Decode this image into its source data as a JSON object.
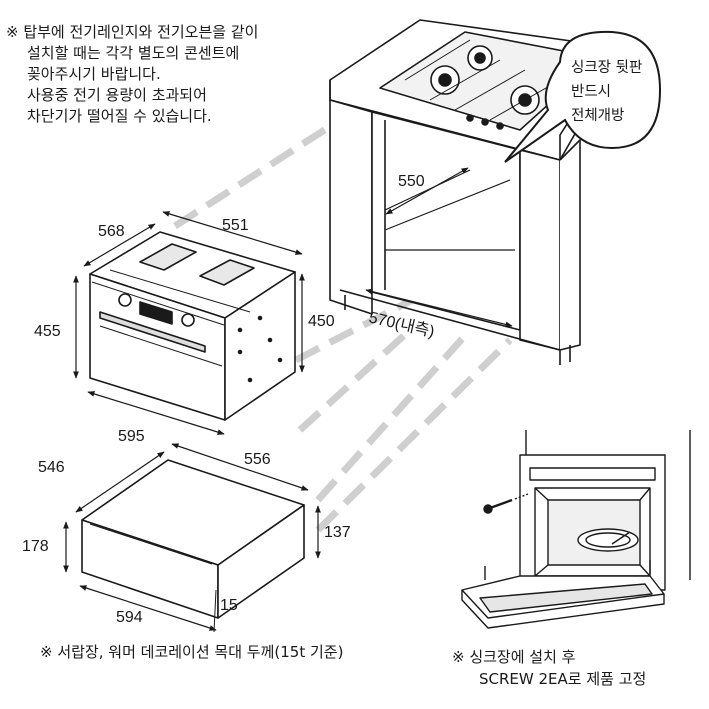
{
  "notes": {
    "top": [
      "※ 탑부에 전기레인지와 전기오븐을 같이",
      "설치할 때는 각각 별도의 콘센트에",
      "꽂아주시기 바랍니다.",
      "사용중 전기 용량이 초과되어",
      "차단기가 떨어질 수 있습니다."
    ],
    "bottom_left": "※ 서랍장, 워머 데코레이션 목대 두께(15t 기준)",
    "bottom_right": [
      "※ 싱크장에 설치 후",
      "SCREW 2EA로 제품 고정"
    ]
  },
  "callout": {
    "lines": [
      "싱크장 뒷판",
      "반드시",
      "전체개방"
    ]
  },
  "dimensions": {
    "oven_depth": "568",
    "oven_width_top": "551",
    "oven_height_front": "455",
    "oven_height_side": "450",
    "oven_width_bottom": "595",
    "drawer_depth": "546",
    "drawer_width_top": "556",
    "drawer_height_front": "178",
    "drawer_height_side": "137",
    "drawer_width_bottom": "594",
    "drawer_thickness": "15",
    "cabinet_depth": "550",
    "cabinet_inner_width": "570(내측)"
  }
}
